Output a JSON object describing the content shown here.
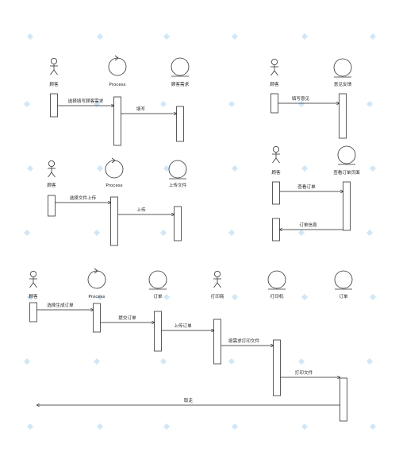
{
  "diagrams": [
    {
      "id": "d1",
      "actors": [
        {
          "id": "a",
          "label": "顾客",
          "type": "actor"
        },
        {
          "id": "b",
          "label": "Process",
          "type": "control"
        },
        {
          "id": "c",
          "label": "顾客需求",
          "type": "entity"
        }
      ],
      "messages": [
        {
          "from": "a",
          "to": "b",
          "label": "选择填写顾客需求"
        },
        {
          "from": "b",
          "to": "c",
          "label": "填写"
        }
      ]
    },
    {
      "id": "d2",
      "actors": [
        {
          "id": "a",
          "label": "顾客",
          "type": "actor"
        },
        {
          "id": "b",
          "label": "意见反馈",
          "type": "entity"
        }
      ],
      "messages": [
        {
          "from": "a",
          "to": "b",
          "label": "填写意见"
        }
      ]
    },
    {
      "id": "d3",
      "actors": [
        {
          "id": "a",
          "label": "顾客",
          "type": "actor"
        },
        {
          "id": "b",
          "label": "Process",
          "type": "control"
        },
        {
          "id": "c",
          "label": "上传文件",
          "type": "entity"
        }
      ],
      "messages": [
        {
          "from": "a",
          "to": "b",
          "label": "选择文件上传"
        },
        {
          "from": "b",
          "to": "c",
          "label": "上传"
        }
      ]
    },
    {
      "id": "d4",
      "actors": [
        {
          "id": "a",
          "label": "顾客",
          "type": "actor"
        },
        {
          "id": "b",
          "label": "查看订单页面",
          "type": "entity"
        }
      ],
      "messages": [
        {
          "from": "a",
          "to": "b",
          "label": "查看订单"
        },
        {
          "from": "b",
          "to": "a",
          "label": "订单信息"
        }
      ]
    },
    {
      "id": "d5",
      "actors": [
        {
          "id": "a",
          "label": "顾客",
          "type": "actor"
        },
        {
          "id": "b",
          "label": "Process",
          "type": "control"
        },
        {
          "id": "c",
          "label": "订单",
          "type": "entity"
        },
        {
          "id": "d",
          "label": "打印商",
          "type": "actor"
        },
        {
          "id": "e",
          "label": "打印机",
          "type": "entity"
        },
        {
          "id": "f",
          "label": "订单",
          "type": "entity"
        }
      ],
      "messages": [
        {
          "from": "a",
          "to": "b",
          "label": "选择生成订单"
        },
        {
          "from": "b",
          "to": "c",
          "label": "提交订单"
        },
        {
          "from": "c",
          "to": "d",
          "label": "上传订单"
        },
        {
          "from": "d",
          "to": "e",
          "label": "按需求打印文件"
        },
        {
          "from": "e",
          "to": "f",
          "label": "打印文件"
        },
        {
          "from": "f",
          "to": "a",
          "label": "取走"
        }
      ]
    }
  ]
}
